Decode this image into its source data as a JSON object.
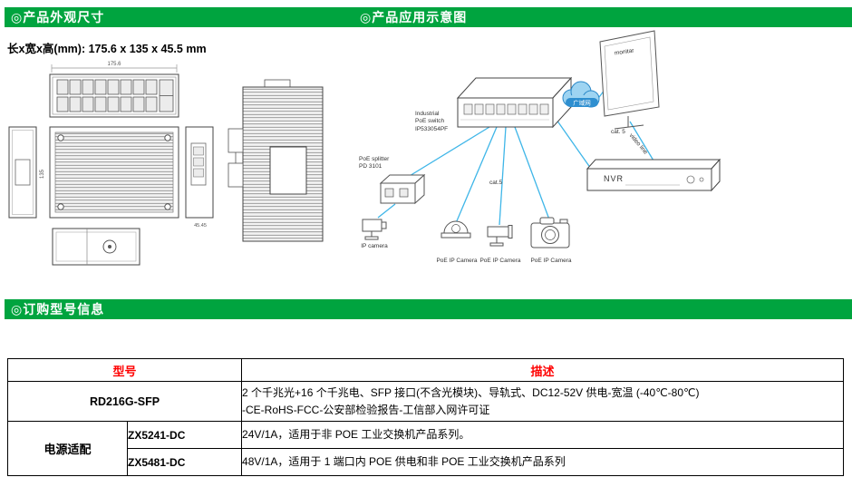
{
  "headers": {
    "left": "◎产品外观尺寸",
    "right": "◎产品应用示意图",
    "order": "◎订购型号信息"
  },
  "dimensions_line": "长x宽x高(mm): 175.6 x 135 x 45.5 mm",
  "drawing_labels": {
    "width": "175.6",
    "height": "135",
    "depth": "45.45"
  },
  "application": {
    "switch_label": "Industrial\nPoE switch\nIP533054PF",
    "splitter_label": "PoE splitter\nPD 3101",
    "monitor": "monitar",
    "cat5_a": "cat. 5",
    "cat5_b": "cat.5",
    "video_line": "video line",
    "nvr": "NVR",
    "wan": "广域网",
    "ip_camera": "IP camera",
    "poe_cam1": "PoE IP Camera",
    "poe_cam2": "PoE IP Camera",
    "poe_cam3": "PoE IP Camera"
  },
  "table": {
    "header": {
      "model": "型号",
      "desc": "描述"
    },
    "row_product": {
      "model": "RD216G-SFP",
      "desc_line1": "2 个千兆光+16 个千兆电、SFP 接口(不含光模块)、导轨式、DC12-52V 供电-宽温 (-40℃-80℃)",
      "desc_line2": "-CE-RoHS-FCC-公安部检验报告-工信部入网许可证"
    },
    "row_power_group": "电源适配",
    "rows_power": [
      {
        "model": "ZX5241-DC",
        "desc": "24V/1A，适用于非 POE 工业交换机产品系列。"
      },
      {
        "model": "ZX5481-DC",
        "desc": "48V/1A，适用于 1 端口内 POE 供电和非 POE 工业交换机产品系列"
      }
    ]
  },
  "colors": {
    "header_green": "#00a43f",
    "table_header_red": "#ff0000",
    "network_line_blue": "#3fb6e8"
  }
}
